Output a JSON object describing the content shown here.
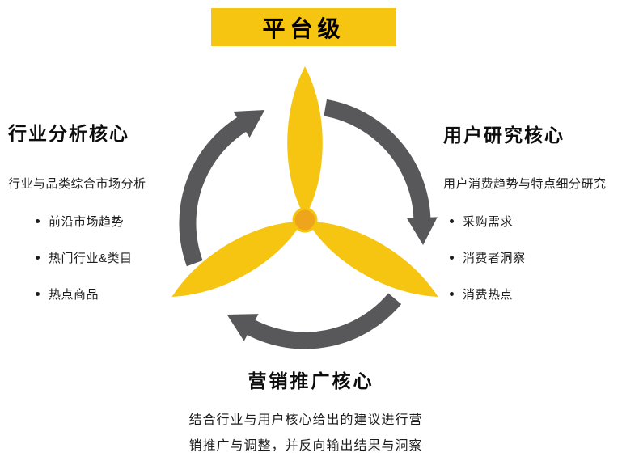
{
  "banner": {
    "label": "平台级"
  },
  "colors": {
    "yellow": "#F5C511",
    "arrow_gray": "#58585A",
    "text_black": "#111111",
    "hub_orange": "#EFA51B"
  },
  "industry": {
    "title": "行业分析核心",
    "subtitle": "行业与品类综合市场分析",
    "bullets": [
      "前沿市场趋势",
      "热门行业&类目",
      "热点商品"
    ]
  },
  "user_research": {
    "title": "用户研究核心",
    "subtitle": "用户消费趋势与特点细分研究",
    "bullets": [
      "采购需求",
      "消费者洞察",
      "消费热点"
    ]
  },
  "marketing": {
    "title": "营销推广核心",
    "description": "结合行业与用户核心给出的建议进行营销推广与调整，并反向输出结果与洞察"
  }
}
